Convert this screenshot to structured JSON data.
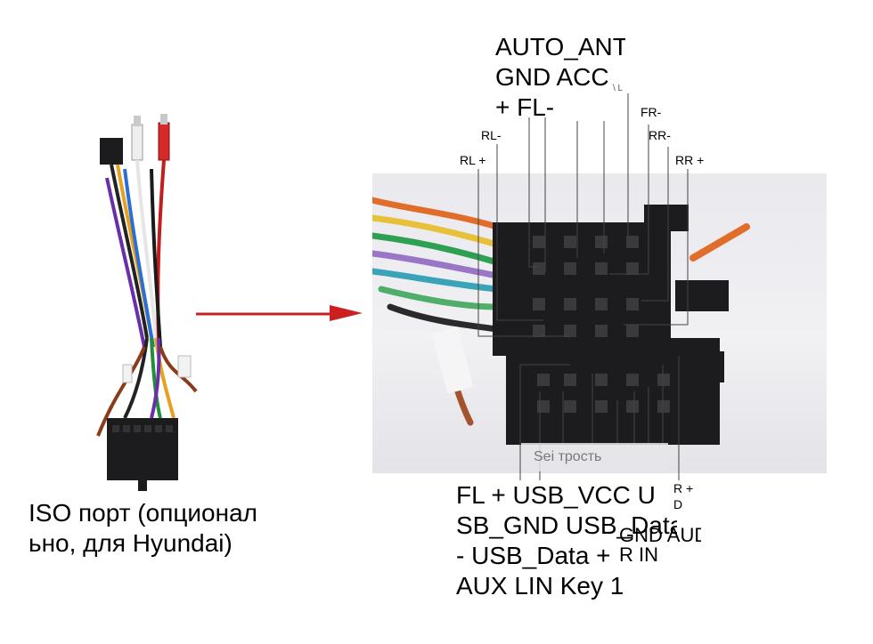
{
  "iso_caption": [
    "ISO порт (опционал",
    "ьно, для Hyundai)"
  ],
  "top_caption": [
    "AUTO_ANT",
    "GND ACC",
    "+ FL-"
  ],
  "top_small_mark": "\\ L",
  "pin_labels": {
    "fr_minus": "FR-",
    "rl_minus": "RL-",
    "rr_minus": "RR-",
    "rl_plus": "RL +",
    "rr_plus": "RR +"
  },
  "bottom_caption": [
    "FL + USB_VCC U",
    "SB_GND USB_Data",
    "- USB_Data +",
    "AUX LIN Key 1"
  ],
  "bottom_overlays": {
    "r_plus_d": [
      "R +",
      "D"
    ],
    "gnd_audio": "GND AUDIO",
    "r_in": "R IN"
  },
  "watermark": "Sei трость",
  "colors": {
    "arrow": "#cc1f1f",
    "connector": "#1c1c1e",
    "leader_line": "#444444"
  }
}
